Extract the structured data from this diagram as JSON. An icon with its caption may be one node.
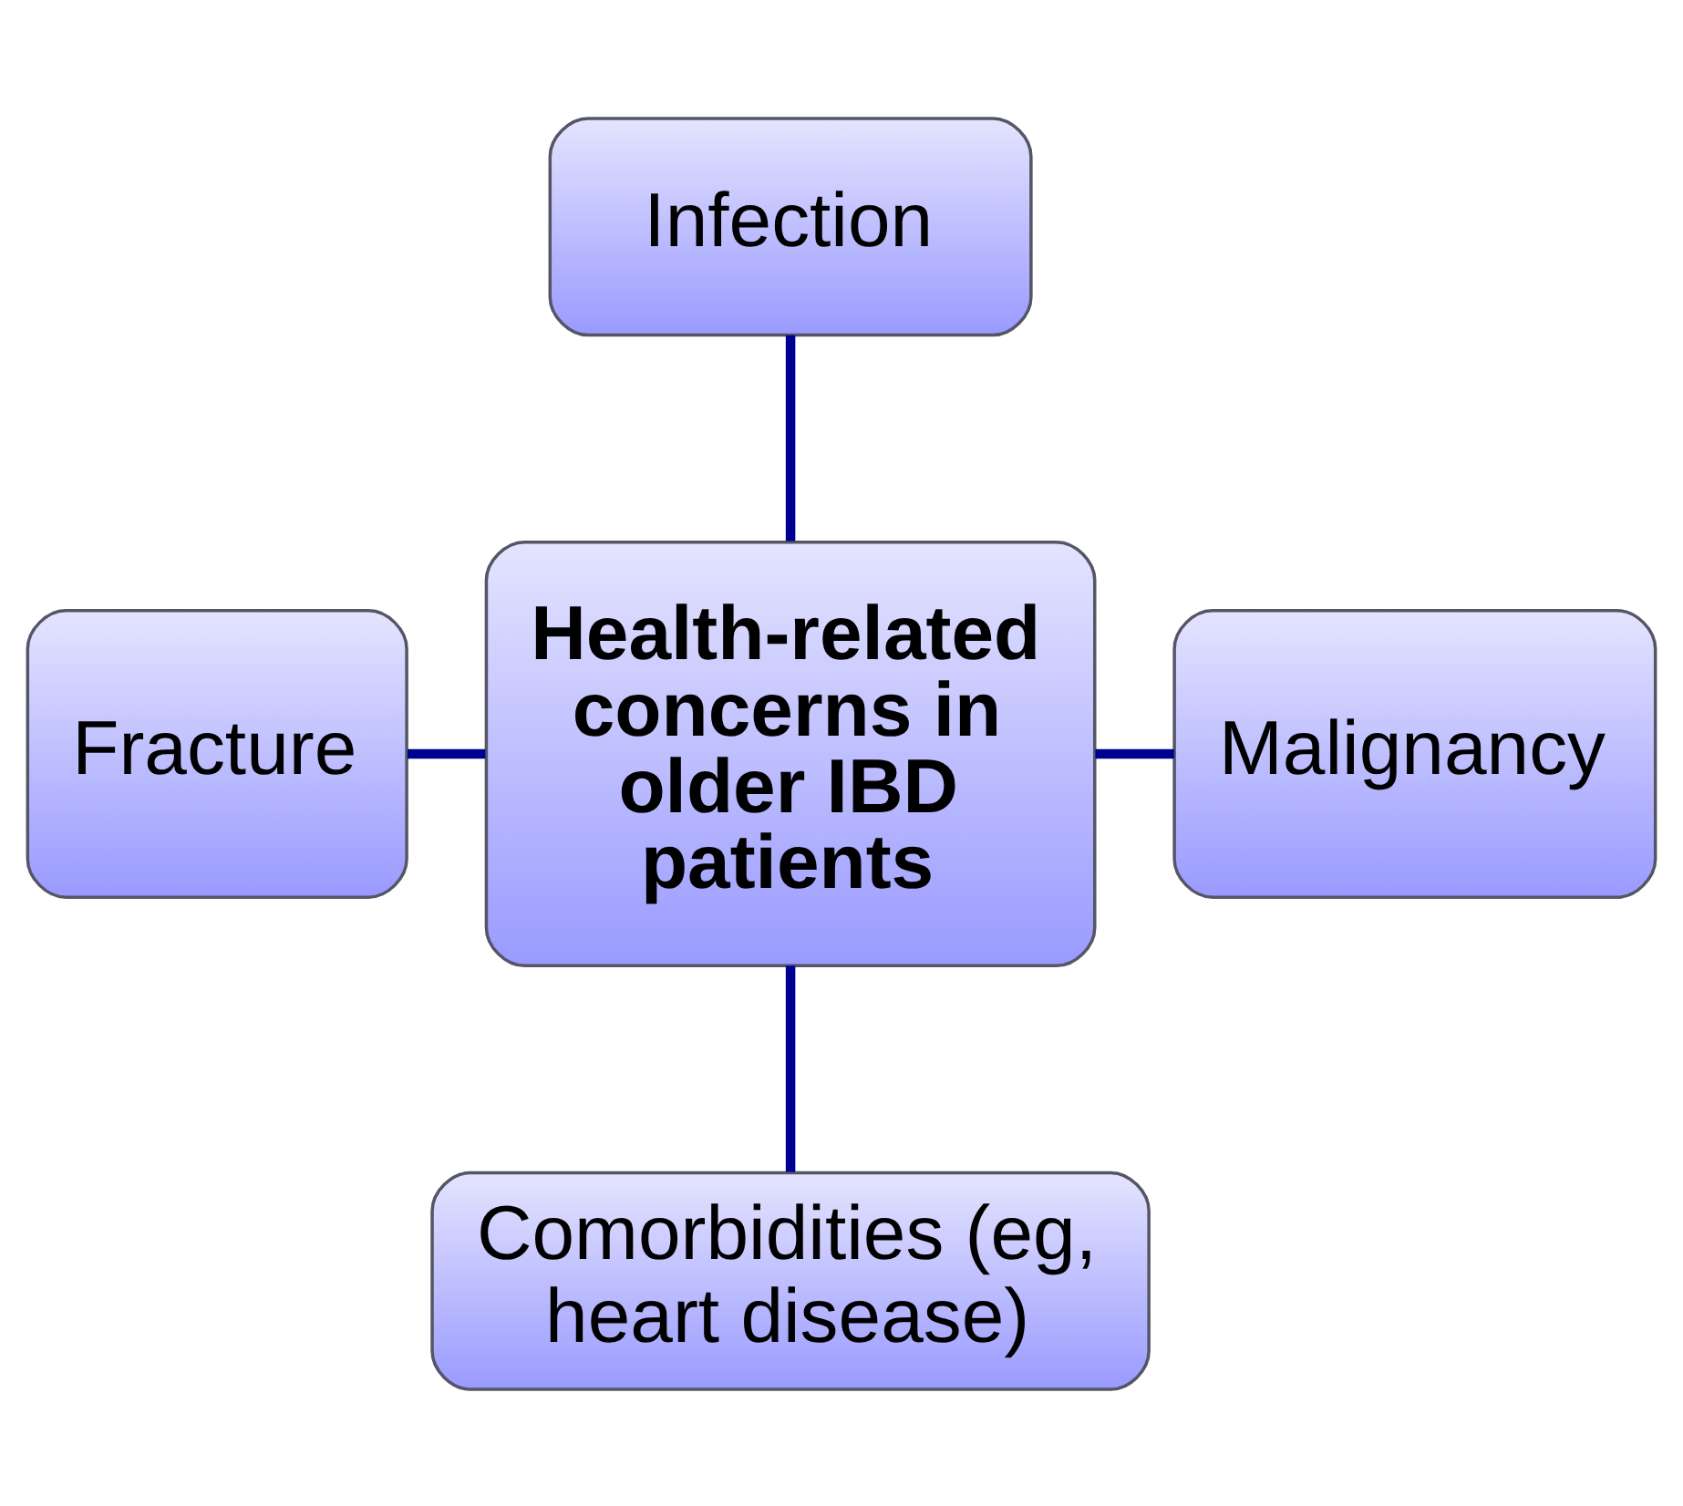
{
  "diagram": {
    "nodes": [
      {
        "text": [
          "Infection"
        ]
      },
      {
        "text": [
          "Fracture"
        ]
      },
      {
        "text": [
          "Health-related concerns in older IBD patients"
        ]
      },
      {
        "text": [
          "Malignancy"
        ]
      },
      {
        "text": [
          "Comorbidities (eg, heart disease)"
        ]
      }
    ],
    "edges": [
      {
        "from": 0,
        "to": 2,
        "arrow": "none"
      },
      {
        "from": 1,
        "to": 2,
        "arrow": "none"
      },
      {
        "from": 2,
        "to": 3,
        "arrow": "none"
      },
      {
        "from": 2,
        "to": 4,
        "arrow": "none"
      }
    ]
  }
}
